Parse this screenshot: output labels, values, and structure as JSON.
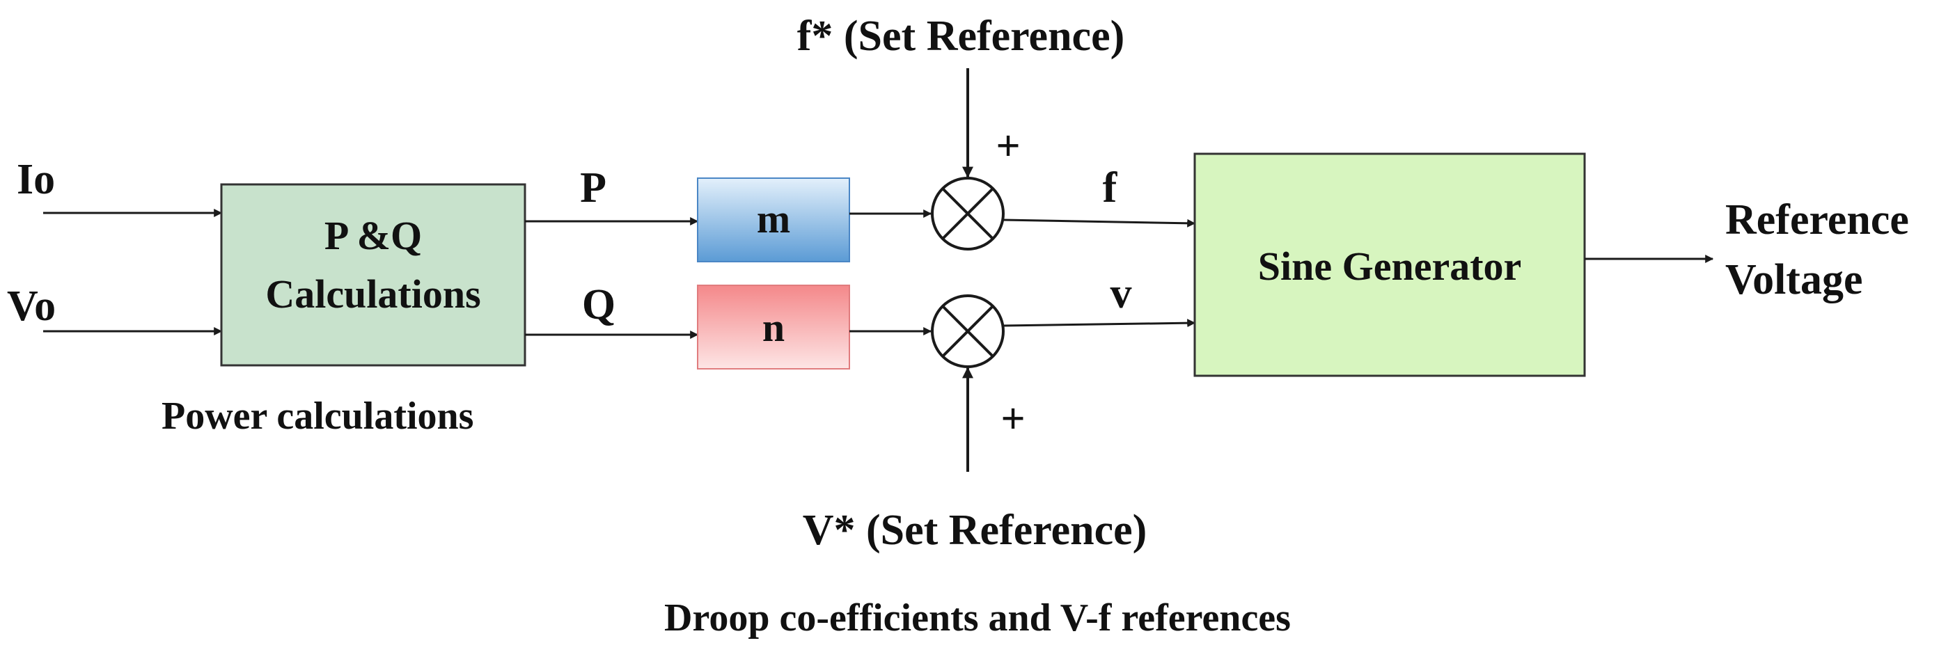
{
  "inputs": {
    "current": "Io",
    "voltage": "Vo"
  },
  "power_block": {
    "line1": "P &Q",
    "line2": "Calculations",
    "caption": "Power calculations",
    "fill": "#c8e2cc"
  },
  "signals": {
    "p": "P",
    "q": "Q",
    "f": "f",
    "v": "v"
  },
  "droop": {
    "m_label": "m",
    "n_label": "n",
    "m_color": "#5b9bd5",
    "n_color": "#f4888a"
  },
  "references": {
    "f_ref": "f* (Set Reference)",
    "v_ref": "V* (Set Reference)",
    "plus_top": "+",
    "plus_bottom": "+"
  },
  "sine_block": {
    "label": "Sine Generator",
    "fill": "#d7f5bf"
  },
  "output": {
    "line1": "Reference",
    "line2": "Voltage"
  },
  "caption": {
    "bottom": "Droop co-efficients and V-f references"
  }
}
